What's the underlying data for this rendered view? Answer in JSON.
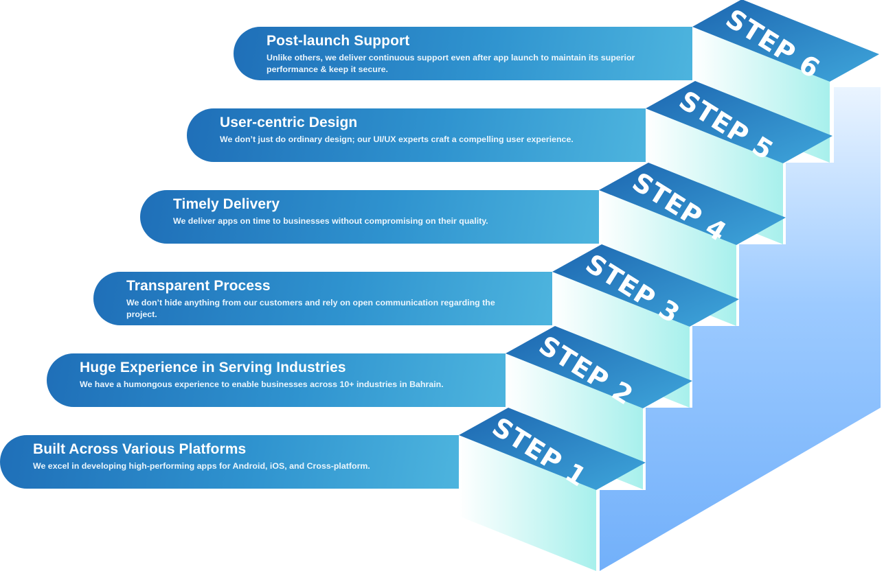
{
  "steps": [
    {
      "label": "STEP 1",
      "title": "Built Across Various Platforms",
      "desc": "We excel in developing high-performing apps for Android, iOS, and Cross-platform."
    },
    {
      "label": "STEP 2",
      "title": "Huge Experience in Serving Industries",
      "desc": "We have a humongous experience to enable businesses across 10+ industries in Bahrain."
    },
    {
      "label": "STEP 3",
      "title": "Transparent Process",
      "desc": "We don’t hide anything from our customers and rely on open communication regarding the project."
    },
    {
      "label": "STEP 4",
      "title": "Timely Delivery",
      "desc": "We deliver apps on time to businesses without compromising on their quality."
    },
    {
      "label": "STEP 5",
      "title": "User-centric Design",
      "desc": "We don’t just do ordinary design; our UI/UX experts craft a compelling user experience."
    },
    {
      "label": "STEP 6",
      "title": "Post-launch Support",
      "desc": "Unlike others, we deliver continuous support even after app launch to maintain its superior performance & keep it secure."
    }
  ],
  "colors": {
    "step_top": "#1f6db7",
    "step_top_light": "#3a9fd8",
    "riser": "#bff4ef",
    "side": "#79b4fb",
    "card_start": "#1f6fb8",
    "card_end": "#4db4de"
  }
}
